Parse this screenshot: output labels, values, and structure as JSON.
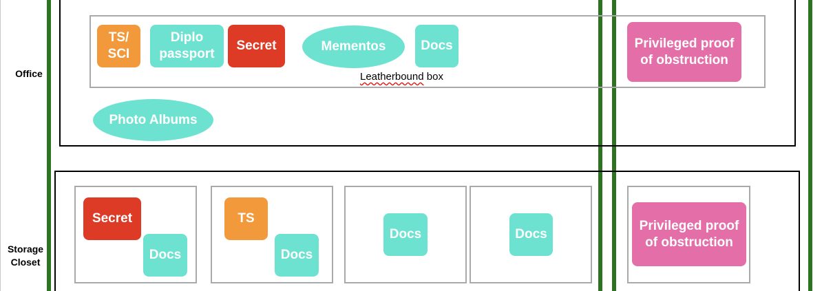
{
  "rows": {
    "office": "Office",
    "storage": "Storage\nCloset"
  },
  "office": {
    "box_items": {
      "ts_sci": "TS/\nSCI",
      "diplo_passport": "Diplo\npassport",
      "secret": "Secret",
      "mementos": "Mementos",
      "docs": "Docs"
    },
    "box_caption_word": "Leatherbound",
    "box_caption_rest": " box",
    "photo_albums": "Photo Albums",
    "privileged": "Privileged proof\nof obstruction"
  },
  "storage": {
    "box1": {
      "secret": "Secret",
      "docs": "Docs"
    },
    "box2": {
      "ts": "TS",
      "docs": "Docs"
    },
    "box3": {
      "docs": "Docs"
    },
    "box4": {
      "docs": "Docs"
    },
    "privileged": "Privileged proof\nof obstruction"
  },
  "colors": {
    "teal": "#6ee2d1",
    "orange": "#f29a3b",
    "red": "#de3b26",
    "pink": "#e36ea8",
    "divider_green": "#2e7322",
    "box_grey": "#a9a9a9"
  }
}
